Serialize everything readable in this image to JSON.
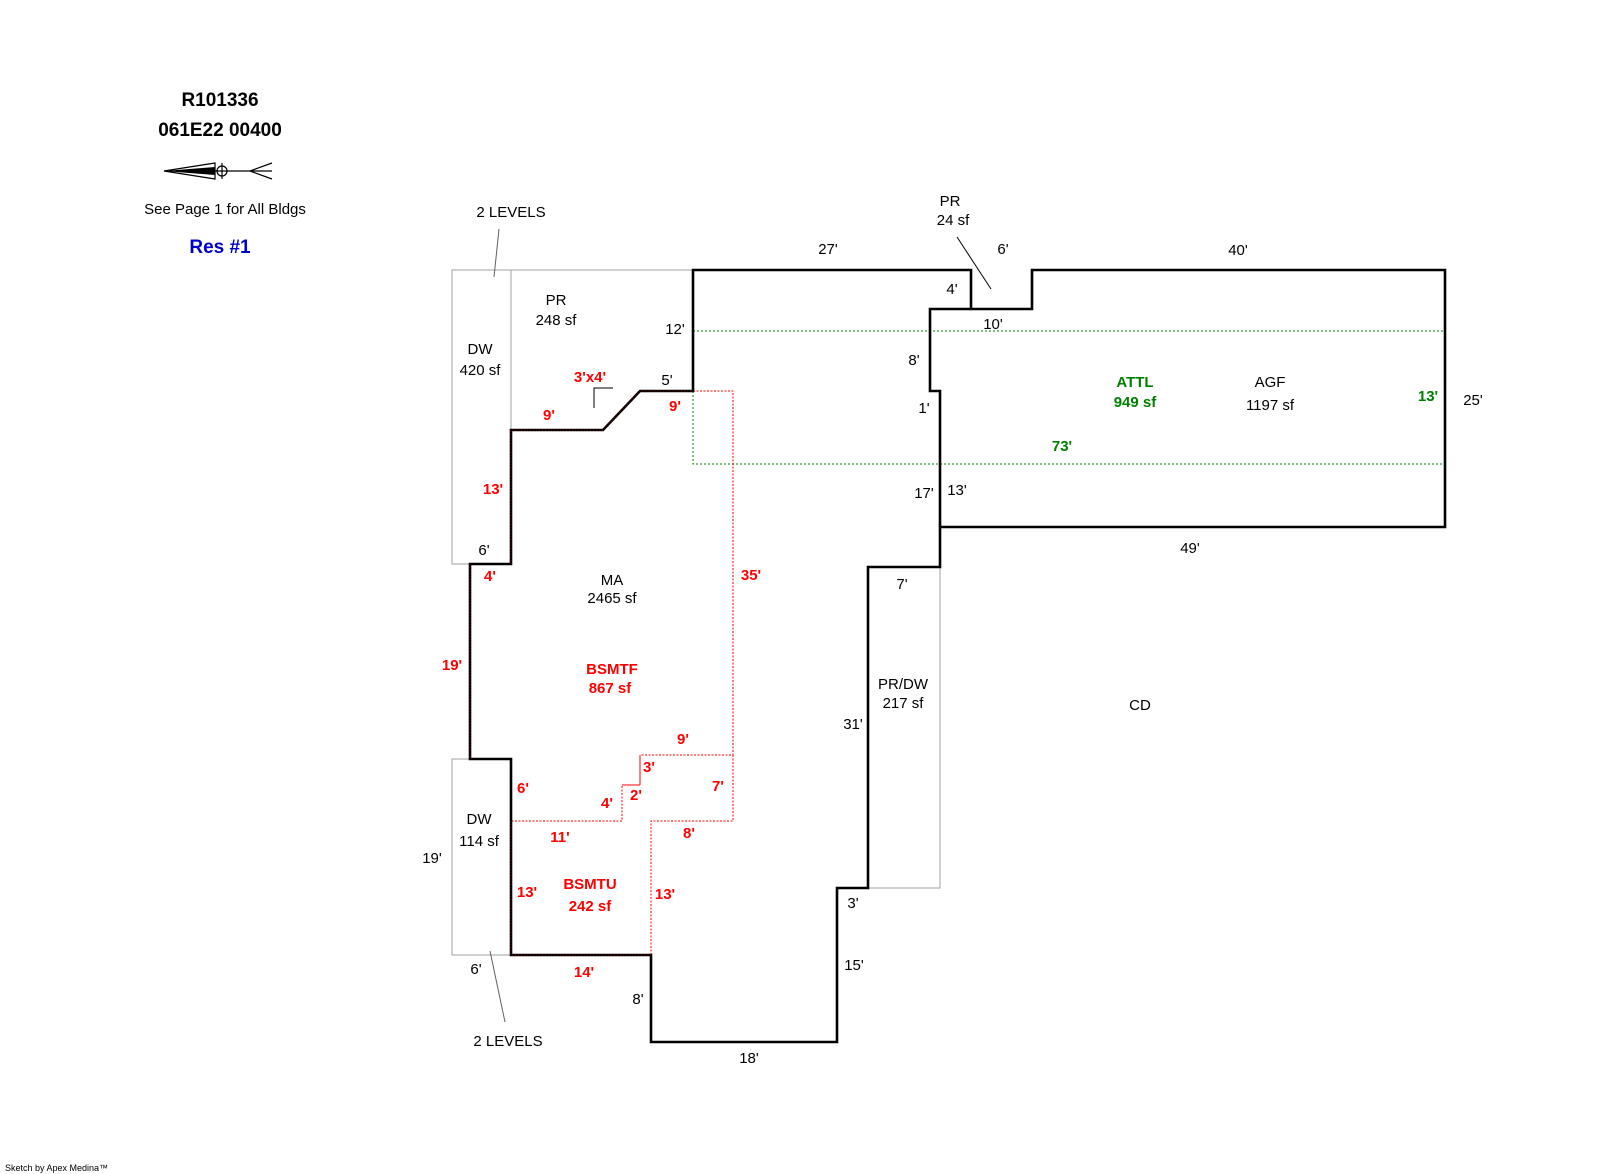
{
  "header": {
    "id": "R101336",
    "map_tax": "061E22  00400",
    "note": "See Page 1 for All Bldgs",
    "bldg": "Res #1"
  },
  "footer": {
    "credit": "Sketch by Apex Medina™"
  },
  "colors": {
    "black": "#000000",
    "red": "#ff0000",
    "green": "#008000",
    "gray": "#a0a0a0",
    "blue": "#0000cc"
  },
  "areas": {
    "pr_top_left": {
      "name": "PR",
      "area": "248 sf"
    },
    "dw_top": {
      "name": "DW",
      "area": "420 sf",
      "note": "2 LEVELS"
    },
    "pr_small": {
      "name": "PR",
      "area": "24 sf"
    },
    "attl": {
      "name": "ATTL",
      "area": "949 sf"
    },
    "agf": {
      "name": "AGF",
      "area": "1197 sf"
    },
    "ma": {
      "name": "MA",
      "area": "2465 sf"
    },
    "bsmtf": {
      "name": "BSMTF",
      "area": "867 sf"
    },
    "prdw": {
      "name": "PR/DW",
      "area": "217 sf"
    },
    "cd": {
      "name": "CD"
    },
    "dw_bottom": {
      "name": "DW",
      "area": "114 sf",
      "note": "2 LEVELS"
    },
    "bsmtu": {
      "name": "BSMTU",
      "area": "242 sf"
    }
  },
  "dimensions": {
    "black": [
      "27'",
      "6'",
      "40'",
      "4'",
      "10'",
      "12'",
      "5'",
      "8'",
      "1'",
      "17'",
      "13'",
      "25'",
      "49'",
      "7'",
      "31'",
      "3'",
      "15'",
      "18'",
      "8'",
      "6'",
      "19'",
      "6'"
    ],
    "red": [
      "3'x4'",
      "9'",
      "9'",
      "13'",
      "4'",
      "19'",
      "35'",
      "9'",
      "3'",
      "2'",
      "4'",
      "7'",
      "6'",
      "11'",
      "8'",
      "13'",
      "13'",
      "14'"
    ],
    "green": [
      "13'",
      "73'"
    ]
  }
}
